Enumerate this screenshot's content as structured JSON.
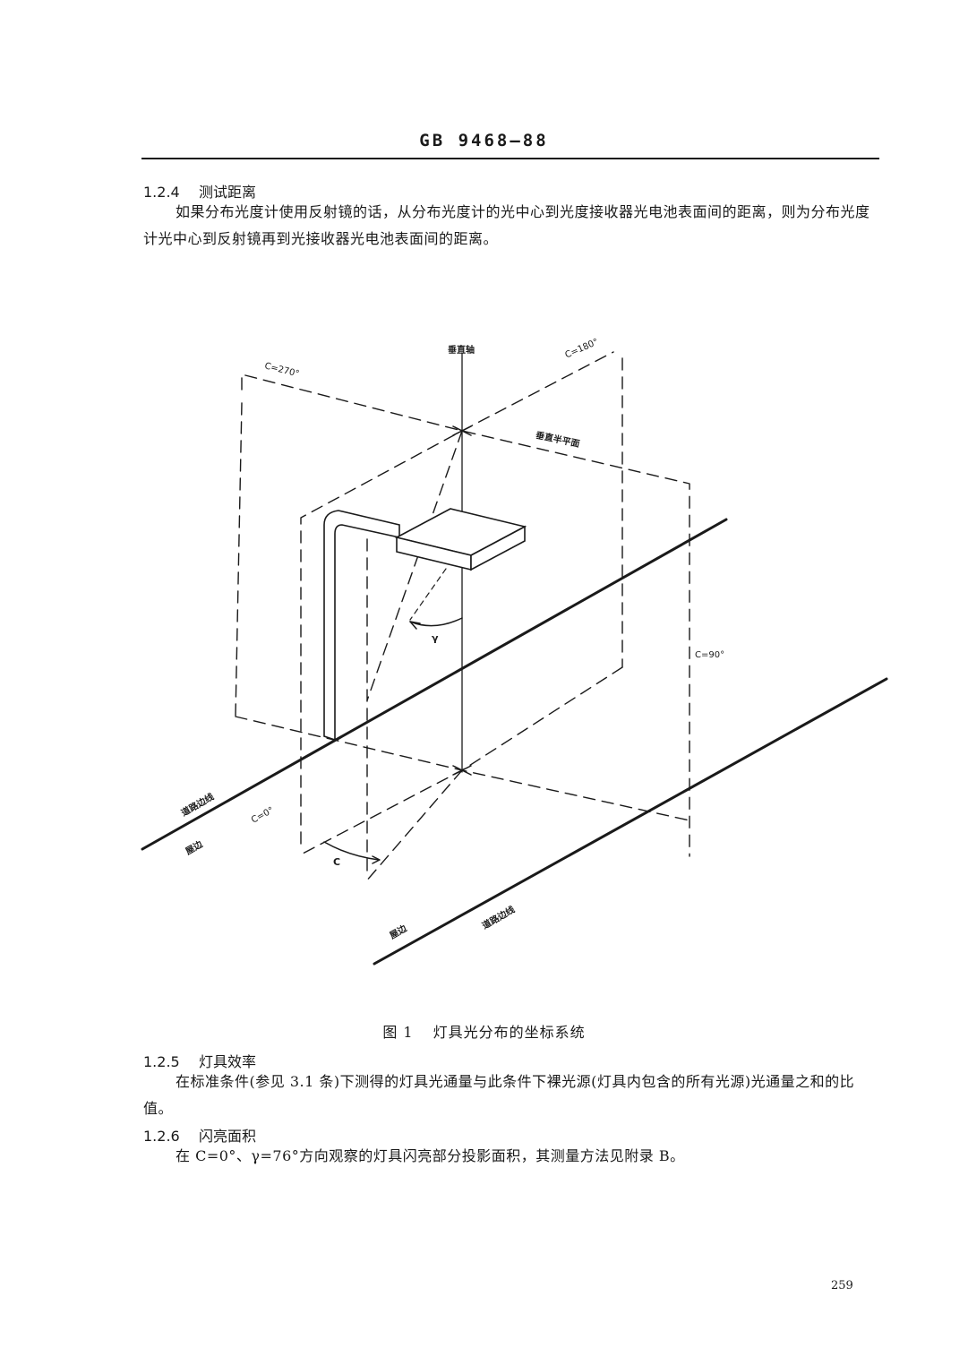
{
  "header": {
    "standard_code": "GB 9468—88"
  },
  "sections": [
    {
      "number": "1.2.4",
      "title": "测试距离",
      "body": "如果分布光度计使用反射镜的话，从分布光度计的光中心到光度接收器光电池表面间的距离，则为分布光度计光中心到反射镜再到光接收器光电池表面间的距离。"
    },
    {
      "number": "1.2.5",
      "title": "灯具效率",
      "body": "在标准条件(参见 3.1 条)下测得的灯具光通量与此条件下裸光源(灯具内包含的所有光源)光通量之和的比值。"
    },
    {
      "number": "1.2.6",
      "title": "闪亮面积",
      "body": "在 C=0°、γ=76°方向观察的灯具闪亮部分投影面积，其测量方法见附录 B。"
    }
  ],
  "figure": {
    "number": "图 1",
    "caption": "灯具光分布的坐标系统",
    "labels": {
      "vertical_axis": "垂直轴",
      "c180": "C=180°",
      "c270": "C=270°",
      "vertical_half_plane": "垂直半平面",
      "c90": "C=90°",
      "c0": "C=0°",
      "gamma": "γ",
      "c": "C",
      "road_edge_line_left": "道路边线",
      "house_side_left": "屋边",
      "house_side_right": "屋边",
      "road_edge_line_right": "道路边线"
    }
  },
  "page_number": "259"
}
